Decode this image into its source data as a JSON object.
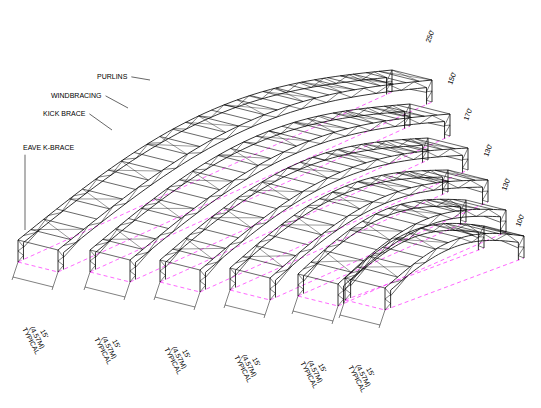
{
  "diagram": {
    "labels": [
      "PURLINS",
      "WINDBRACING",
      "KICK BRACE",
      "EAVE K-BRACE",
      "250'",
      "150'",
      "170'",
      "130'",
      "130'",
      "100'",
      "15' (4.57M) TYPICAL",
      "15' (4.57M) TYPICAL",
      "15' (4.57M) TYPICAL",
      "15' (4.57M) TYPICAL",
      "15' (4.57M) TYPICAL",
      "15' (4.57M) TYPICAL"
    ]
  }
}
